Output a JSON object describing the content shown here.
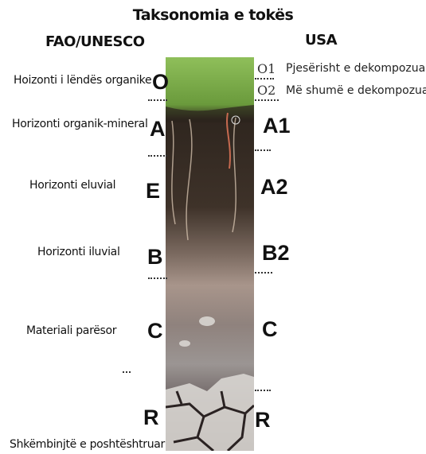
{
  "title": "Taksonomia e tokës",
  "fao": {
    "heading": "FAO/UNESCO",
    "horizons": [
      {
        "code": "O",
        "label": "Hoizonti i lëndës organike"
      },
      {
        "code": "A",
        "label": "Horizonti organik-mineral"
      },
      {
        "code": "E",
        "label": "Horizonti eluvial"
      },
      {
        "code": "B",
        "label": "Horizonti iluvial"
      },
      {
        "code": "C",
        "label": "Materiali parësor"
      },
      {
        "code": "R",
        "label": "Shkëmbinjtë e poshtështruar"
      }
    ]
  },
  "usa": {
    "heading": "USA",
    "organic": [
      {
        "code": "O1",
        "label": "Pjesërisht e dekompozuar"
      },
      {
        "code": "O2",
        "label": "Më shumë e dekompozuar"
      }
    ],
    "horizons": [
      "A1",
      "A2",
      "B2",
      "C",
      "R"
    ]
  },
  "colors": {
    "litter": "#7aa84a",
    "topsoil": "#3a2f27",
    "eluvial": "#6b5a4e",
    "illuvial": "#a08c82",
    "parent": "#8d8a88",
    "bedrock": "#4a4040"
  }
}
